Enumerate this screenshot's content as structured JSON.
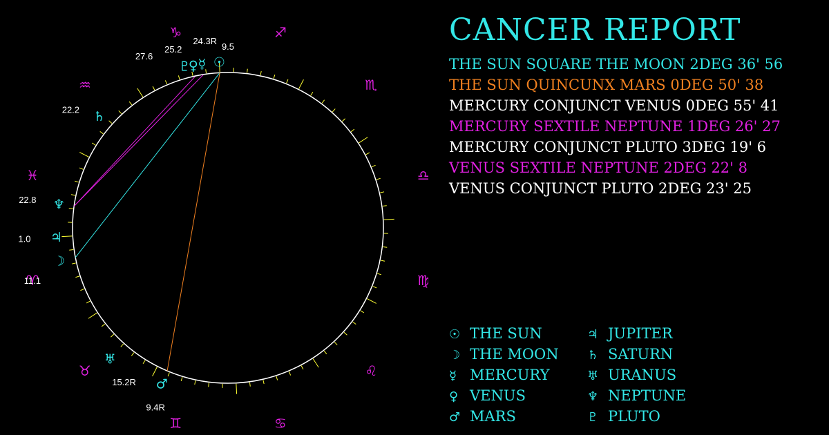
{
  "report": {
    "title": "CANCER REPORT",
    "colors": {
      "cyan": "#33e6e6",
      "magenta": "#e020e0",
      "orange": "#f08020",
      "white": "#ffffff",
      "yellow": "#ffff33",
      "circle": "#ffffff"
    },
    "aspects": [
      {
        "text": "THE SUN SQUARE THE MOON 2DEG 36' 56",
        "color": "#33e6e6"
      },
      {
        "text": "THE SUN QUINCUNX MARS 0DEG 50' 38",
        "color": "#f08020"
      },
      {
        "text": "MERCURY CONJUNCT VENUS 0DEG 55' 41",
        "color": "#ffffff"
      },
      {
        "text": "MERCURY SEXTILE NEPTUNE 1DEG 26' 27",
        "color": "#e020e0"
      },
      {
        "text": "MERCURY CONJUNCT PLUTO 3DEG 19' 6",
        "color": "#ffffff"
      },
      {
        "text": "VENUS SEXTILE NEPTUNE 2DEG 22' 8",
        "color": "#e020e0"
      },
      {
        "text": "VENUS CONJUNCT PLUTO 2DEG 23' 25",
        "color": "#ffffff"
      }
    ],
    "legend_left": [
      {
        "glyph": "☉",
        "name": "THE SUN",
        "icon": "sun-icon"
      },
      {
        "glyph": "☽",
        "name": "THE MOON",
        "icon": "moon-icon"
      },
      {
        "glyph": "☿",
        "name": "MERCURY",
        "icon": "mercury-icon"
      },
      {
        "glyph": "♀",
        "name": "VENUS",
        "icon": "venus-icon"
      },
      {
        "glyph": "♂",
        "name": "MARS",
        "icon": "mars-icon"
      }
    ],
    "legend_right": [
      {
        "glyph": "♃",
        "name": "JUPITER",
        "icon": "jupiter-icon"
      },
      {
        "glyph": "♄",
        "name": "SATURN",
        "icon": "saturn-icon"
      },
      {
        "glyph": "♅",
        "name": "URANUS",
        "icon": "uranus-icon"
      },
      {
        "glyph": "♆",
        "name": "NEPTUNE",
        "icon": "neptune-icon"
      },
      {
        "glyph": "♇",
        "name": "PLUTO",
        "icon": "pluto-icon"
      }
    ]
  },
  "wheel": {
    "signs": [
      {
        "glyph": "♑",
        "name": "capricorn-icon"
      },
      {
        "glyph": "♐",
        "name": "sagittarius-icon"
      },
      {
        "glyph": "♏",
        "name": "scorpio-icon"
      },
      {
        "glyph": "♎",
        "name": "libra-icon"
      },
      {
        "glyph": "♍",
        "name": "virgo-icon"
      },
      {
        "glyph": "♌",
        "name": "leo-icon"
      },
      {
        "glyph": "♋",
        "name": "cancer-icon"
      },
      {
        "glyph": "♊",
        "name": "gemini-icon"
      },
      {
        "glyph": "♉",
        "name": "taurus-icon"
      },
      {
        "glyph": "♈",
        "name": "aries-icon"
      },
      {
        "glyph": "♓",
        "name": "pisces-icon"
      },
      {
        "glyph": "♒",
        "name": "aquarius-icon"
      }
    ],
    "planets": [
      {
        "glyph": "☉",
        "name": "sun",
        "degree": "9.5",
        "color": "#33e6e6"
      },
      {
        "glyph": "☿",
        "name": "mercury",
        "degree": "24.3R",
        "color": "#33e6e6"
      },
      {
        "glyph": "♀",
        "name": "venus",
        "degree": "25.2",
        "color": "#33e6e6"
      },
      {
        "glyph": "♇",
        "name": "pluto",
        "degree": "27.6",
        "color": "#33e6e6"
      },
      {
        "glyph": "♄",
        "name": "saturn",
        "degree": "22.2",
        "color": "#33e6e6"
      },
      {
        "glyph": "♆",
        "name": "neptune",
        "degree": "22.8",
        "color": "#33e6e6"
      },
      {
        "glyph": "♃",
        "name": "jupiter",
        "degree": "1.0",
        "color": "#33e6e6"
      },
      {
        "glyph": "☽",
        "name": "moon",
        "degree": "11.1",
        "color": "#33e6e6"
      },
      {
        "glyph": "♅",
        "name": "uranus",
        "degree": "15.2R",
        "color": "#33e6e6"
      },
      {
        "glyph": "♂",
        "name": "mars",
        "degree": "9.4R",
        "color": "#33e6e6"
      }
    ],
    "aspect_lines": [
      {
        "from": "sun",
        "to": "moon",
        "color": "#33e6e6"
      },
      {
        "from": "sun",
        "to": "mars",
        "color": "#f08020"
      },
      {
        "from": "mercury",
        "to": "neptune",
        "color": "#e020e0"
      },
      {
        "from": "venus",
        "to": "neptune",
        "color": "#e020e0"
      },
      {
        "from": "mercury",
        "to": "venus",
        "color": "#ffffff"
      },
      {
        "from": "mercury",
        "to": "pluto",
        "color": "#ffffff"
      },
      {
        "from": "venus",
        "to": "pluto",
        "color": "#ffffff"
      }
    ]
  }
}
